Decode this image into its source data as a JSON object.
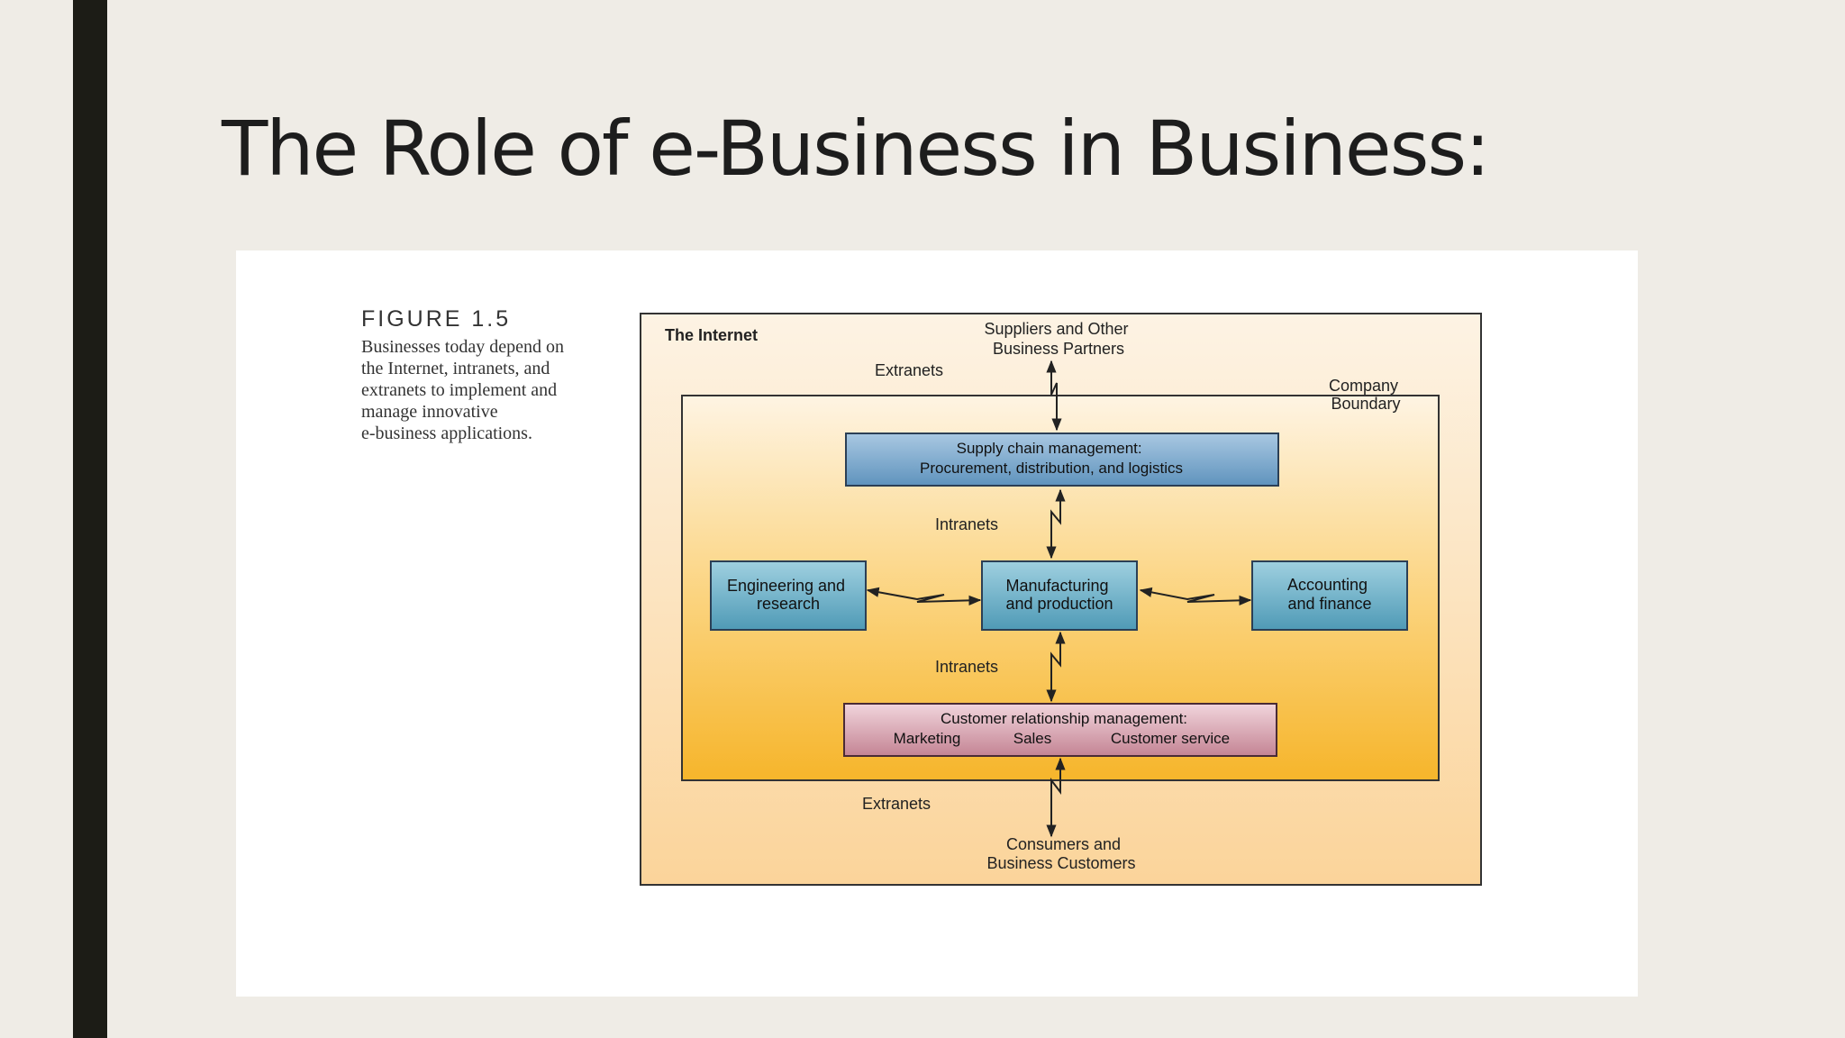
{
  "slide": {
    "title": "The Role of e-Business in Business:"
  },
  "figure": {
    "label": "FIGURE 1.5",
    "caption_lines": [
      "Businesses today depend on",
      "the Internet, intranets, and",
      "extranets to implement and",
      "manage innovative",
      "e-business applications."
    ]
  },
  "diagram": {
    "internet_label": "The Internet",
    "company_boundary": [
      "Company",
      "Boundary"
    ],
    "suppliers": [
      "Suppliers and Other",
      "Business Partners"
    ],
    "consumers": [
      "Consumers and",
      "Business Customers"
    ],
    "extranets_top": "Extranets",
    "extranets_bottom": "Extranets",
    "intranets_top": "Intranets",
    "intranets_bottom": "Intranets",
    "supply_chain": [
      "Supply chain management:",
      "Procurement, distribution, and logistics"
    ],
    "engineering": [
      "Engineering and",
      "research"
    ],
    "manufacturing": [
      "Manufacturing",
      "and production"
    ],
    "accounting": [
      "Accounting",
      "and finance"
    ],
    "crm": {
      "title": "Customer relationship management:",
      "items": [
        "Marketing",
        "Sales",
        "Customer service"
      ]
    },
    "colors": {
      "blue_box": "#6e9fc6",
      "pink_box": "#c98c9c",
      "gradient_top": "#fdf1df",
      "gradient_bottom": "#f7b733"
    }
  }
}
